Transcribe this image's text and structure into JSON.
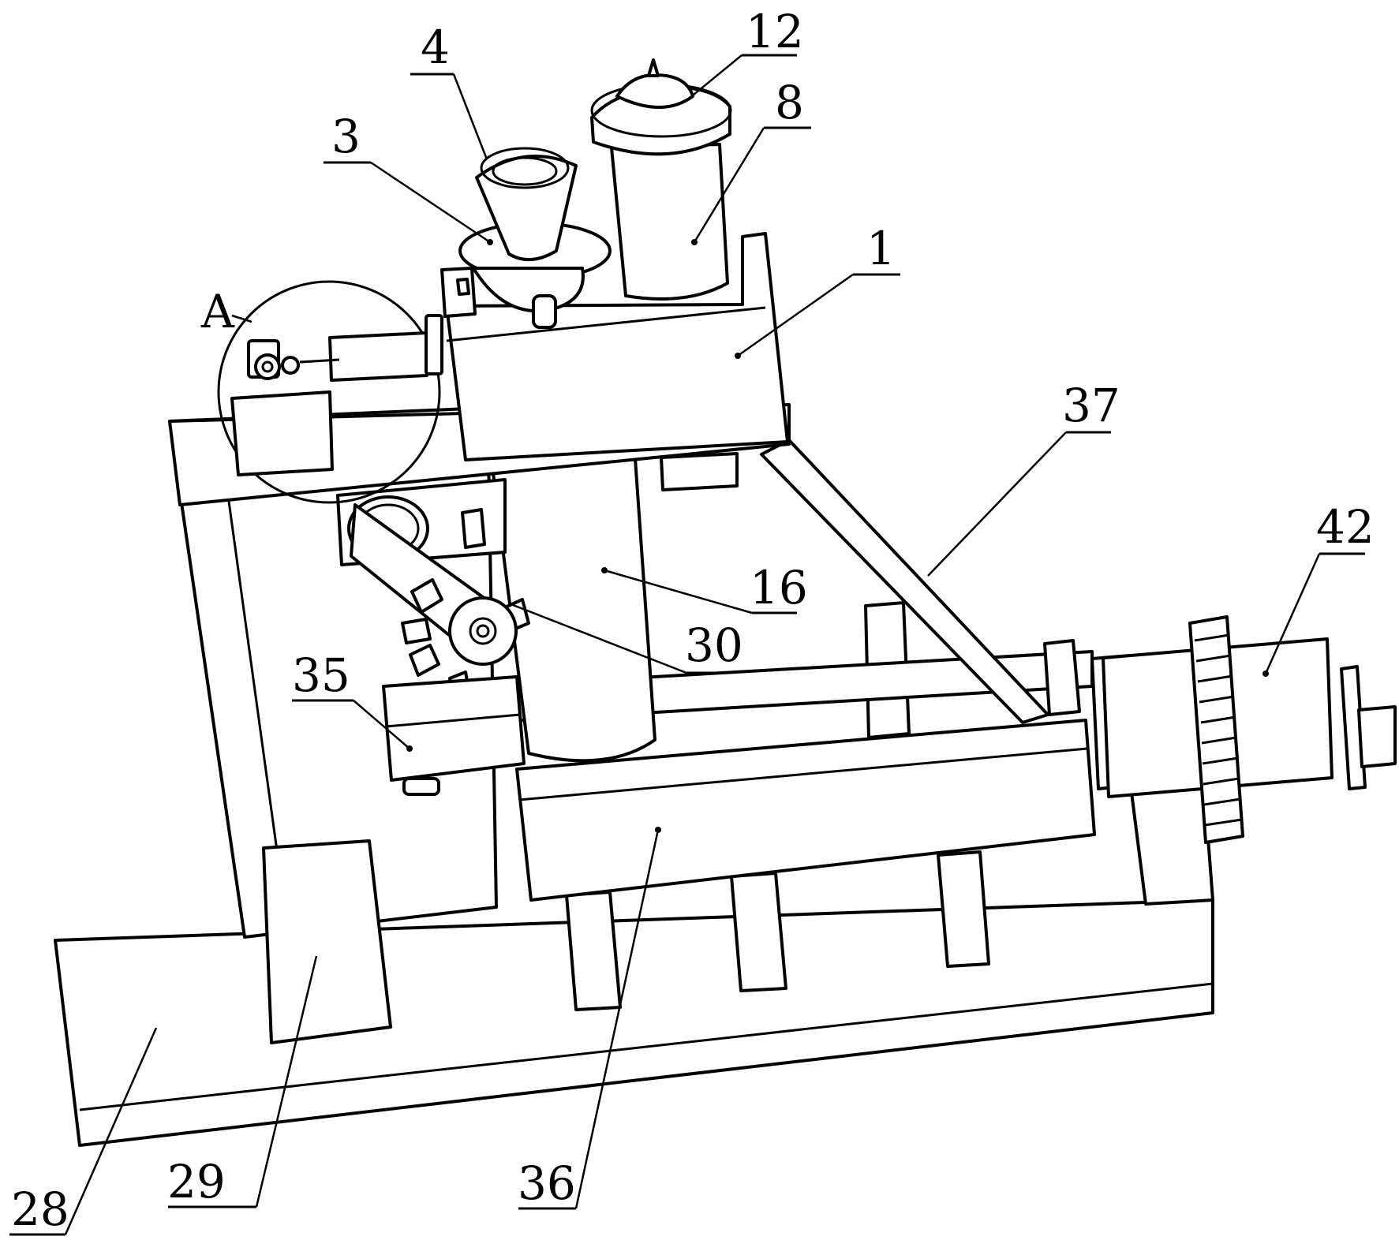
{
  "callouts": [
    {
      "id": "1",
      "label": "1"
    },
    {
      "id": "3",
      "label": "3"
    },
    {
      "id": "4",
      "label": "4"
    },
    {
      "id": "8",
      "label": "8"
    },
    {
      "id": "12",
      "label": "12"
    },
    {
      "id": "16",
      "label": "16"
    },
    {
      "id": "28",
      "label": "28"
    },
    {
      "id": "29",
      "label": "29"
    },
    {
      "id": "30",
      "label": "30"
    },
    {
      "id": "35",
      "label": "35"
    },
    {
      "id": "36",
      "label": "36"
    },
    {
      "id": "37",
      "label": "37"
    },
    {
      "id": "42",
      "label": "42"
    }
  ],
  "detail_marker": {
    "label": "A"
  }
}
